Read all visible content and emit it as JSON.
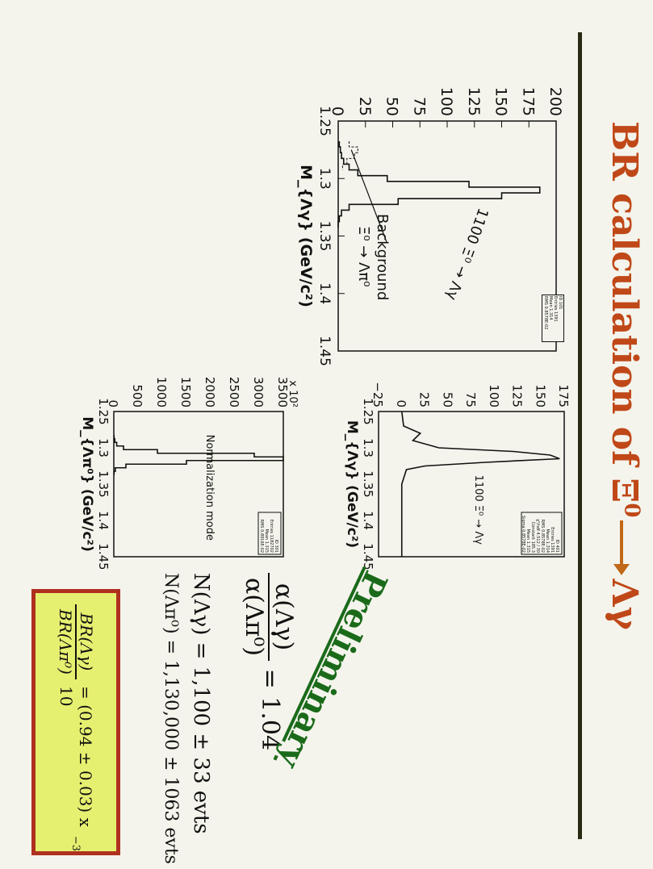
{
  "title": {
    "prefix": "BR calculation of ",
    "xi": "Ξ",
    "xi_sup": "0",
    "result": "Λγ"
  },
  "colors": {
    "title": "#c04818",
    "prelim": "#1a6a1a",
    "box_border": "#b03020",
    "box_fill": "#e6f070"
  },
  "plots": {
    "signal_mc": {
      "y_ticks": [
        "200",
        "175",
        "150",
        "125",
        "100",
        "75",
        "50",
        "25",
        "0"
      ],
      "x_ticks": [
        "1.25",
        "1.3",
        "1.35",
        "1.4",
        "1.45"
      ],
      "xlabel": "M_{Λγ} (GeV/c²)",
      "annotation_main": "1100 Ξ⁰ → Λγ",
      "annotation_bg_1": "Background",
      "annotation_bg_2": "Ξ⁰ → Λπ⁰",
      "stats": [
        "ID 101",
        "Entries 1391",
        "Mean 1.314",
        "RMS 0.8578E-02"
      ]
    },
    "signal_fit": {
      "y_ticks": [
        "175",
        "150",
        "125",
        "100",
        "75",
        "50",
        "25",
        "0",
        "−25"
      ],
      "x_ticks": [
        "1.25",
        "1.3",
        "1.35",
        "1.4",
        "1.45"
      ],
      "xlabel": "M_{Λγ} (GeV/c²)",
      "annotation_main": "1100 Ξ⁰ → Λγ",
      "stats": [
        "ID 401",
        "Entries 1391",
        "Mean 1.314",
        "RMS 0.8578E-02",
        "χ²/ndf 4.512 / 30",
        "Constant 185.3",
        "Mean 1.315",
        "Sigma 0.8578E-02"
      ]
    },
    "norm": {
      "y_ticks": [
        "3500",
        "3000",
        "2500",
        "2000",
        "1500",
        "1000",
        "500",
        "0"
      ],
      "y_multiplier": "x 10²",
      "x_ticks": [
        "1.25",
        "1.3",
        "1.35",
        "1.4",
        "1.45"
      ],
      "xlabel": "M_{Λπ⁰} (GeV/c²)",
      "annotation_main": "Normalization mode",
      "stats": [
        "ID 301",
        "Entries 1182702",
        "Mean 1.315",
        "RMS 0.8916E-02"
      ]
    }
  },
  "chart_data": [
    {
      "type": "bar",
      "title": "",
      "xlabel": "M_{Λγ} (GeV/c²)",
      "ylabel": "",
      "xlim": [
        1.25,
        1.45
      ],
      "ylim": [
        0,
        200
      ],
      "series": [
        {
          "name": "Ξ⁰ → Λγ",
          "x": [
            1.27,
            1.275,
            1.28,
            1.285,
            1.29,
            1.295,
            1.3,
            1.305,
            1.31,
            1.315,
            1.32,
            1.325,
            1.33,
            1.335,
            1.34
          ],
          "values": [
            1,
            2,
            3,
            5,
            10,
            18,
            45,
            120,
            185,
            150,
            55,
            10,
            3,
            1,
            0
          ]
        },
        {
          "name": "Ξ⁰ → Λπ⁰",
          "x": [
            1.27,
            1.275,
            1.28,
            1.285,
            1.29
          ],
          "values": [
            10,
            18,
            15,
            8,
            4
          ]
        }
      ]
    },
    {
      "type": "line",
      "title": "",
      "xlabel": "M_{Λγ} (GeV/c²)",
      "ylabel": "",
      "xlim": [
        1.25,
        1.45
      ],
      "ylim": [
        -25,
        175
      ],
      "series": [
        {
          "name": "Ξ⁰ → Λγ fit",
          "x": [
            1.25,
            1.27,
            1.28,
            1.29,
            1.3,
            1.305,
            1.31,
            1.315,
            1.32,
            1.325,
            1.33,
            1.35,
            1.4,
            1.45
          ],
          "values": [
            0,
            2,
            20,
            12,
            40,
            120,
            160,
            170,
            90,
            25,
            5,
            0,
            0,
            0
          ]
        }
      ]
    },
    {
      "type": "bar",
      "title": "",
      "xlabel": "M_{Λπ⁰} (GeV/c²)",
      "ylabel": "",
      "xlim": [
        1.25,
        1.45
      ],
      "ylim": [
        0,
        3500
      ],
      "series": [
        {
          "name": "Normalization mode",
          "x": [
            1.285,
            1.29,
            1.295,
            1.3,
            1.305,
            1.31,
            1.315,
            1.32,
            1.325,
            1.33,
            1.335
          ],
          "values": [
            5,
            20,
            60,
            200,
            900,
            2900,
            3600,
            1500,
            250,
            30,
            5
          ]
        }
      ]
    }
  ],
  "formula": {
    "ratio_num": "α(Λγ)",
    "ratio_den": "α(Λπ⁰)",
    "ratio_value": "= 1.04",
    "n_lg": "N(Λγ) = 1,100 ± 33 evts",
    "n_lpi": "N(Λπ⁰) = 1,130,000 ± 1063 evts"
  },
  "preliminary": "Preliminary",
  "result": {
    "num": "BR(Λγ)",
    "den": "BR(Λπ⁰)",
    "value": "= (0.94 ± 0.03) x 10",
    "exp": "−3"
  }
}
